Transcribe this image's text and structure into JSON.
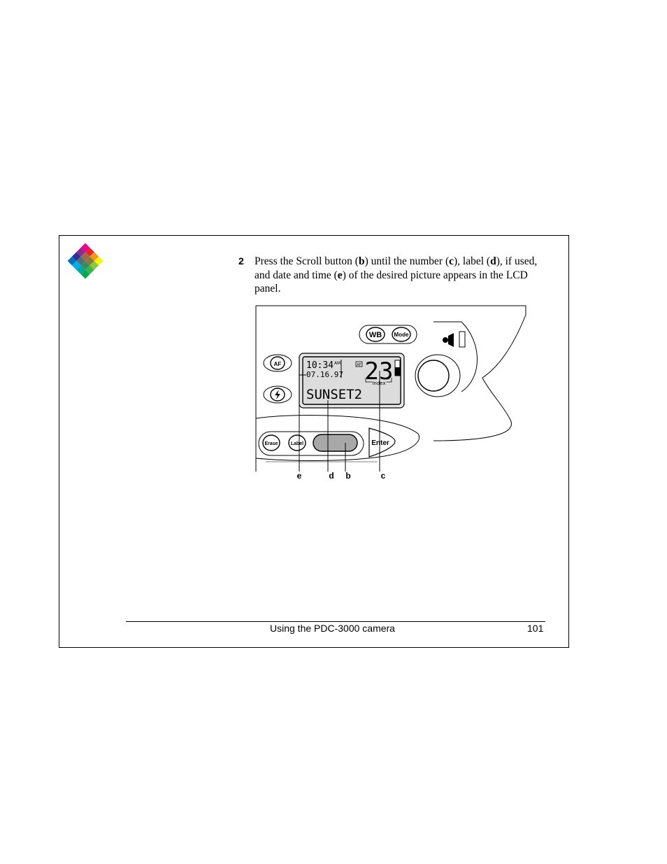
{
  "step": {
    "number": "2",
    "t1": "Press the Scroll button (",
    "b": "b",
    "t2": ") until the number (",
    "c": "c",
    "t3": "), label (",
    "d": "d",
    "t4": "), if used, and date and time (",
    "e": "e",
    "t5": ") of the desired picture appears in the LCD panel."
  },
  "figure": {
    "lcd_time": "10:34",
    "lcd_ampm": "AM",
    "lcd_date": "07.16.97",
    "lcd_number": "23",
    "lcd_index": "Index",
    "lcd_label": "SUNSET2",
    "lcd_af": "AF",
    "btn_wb": "WB",
    "btn_mode": "Mode",
    "btn_af": "AF",
    "btn_erase": "Erase",
    "btn_label": "Label",
    "btn_enter": "Enter",
    "callout_e": "e",
    "callout_d": "d",
    "callout_b": "b",
    "callout_c": "c"
  },
  "footer": {
    "title": "Using the PDC-3000 camera",
    "page": "101"
  },
  "colors": {
    "lcd_bg": "#dcdcdc",
    "scroll_button": "#a8a8a8",
    "logo": [
      "#e8262a",
      "#f7941d",
      "#fff200",
      "#39b54a",
      "#00aeef",
      "#2e3192",
      "#ec008c",
      "#8dc63f"
    ]
  }
}
